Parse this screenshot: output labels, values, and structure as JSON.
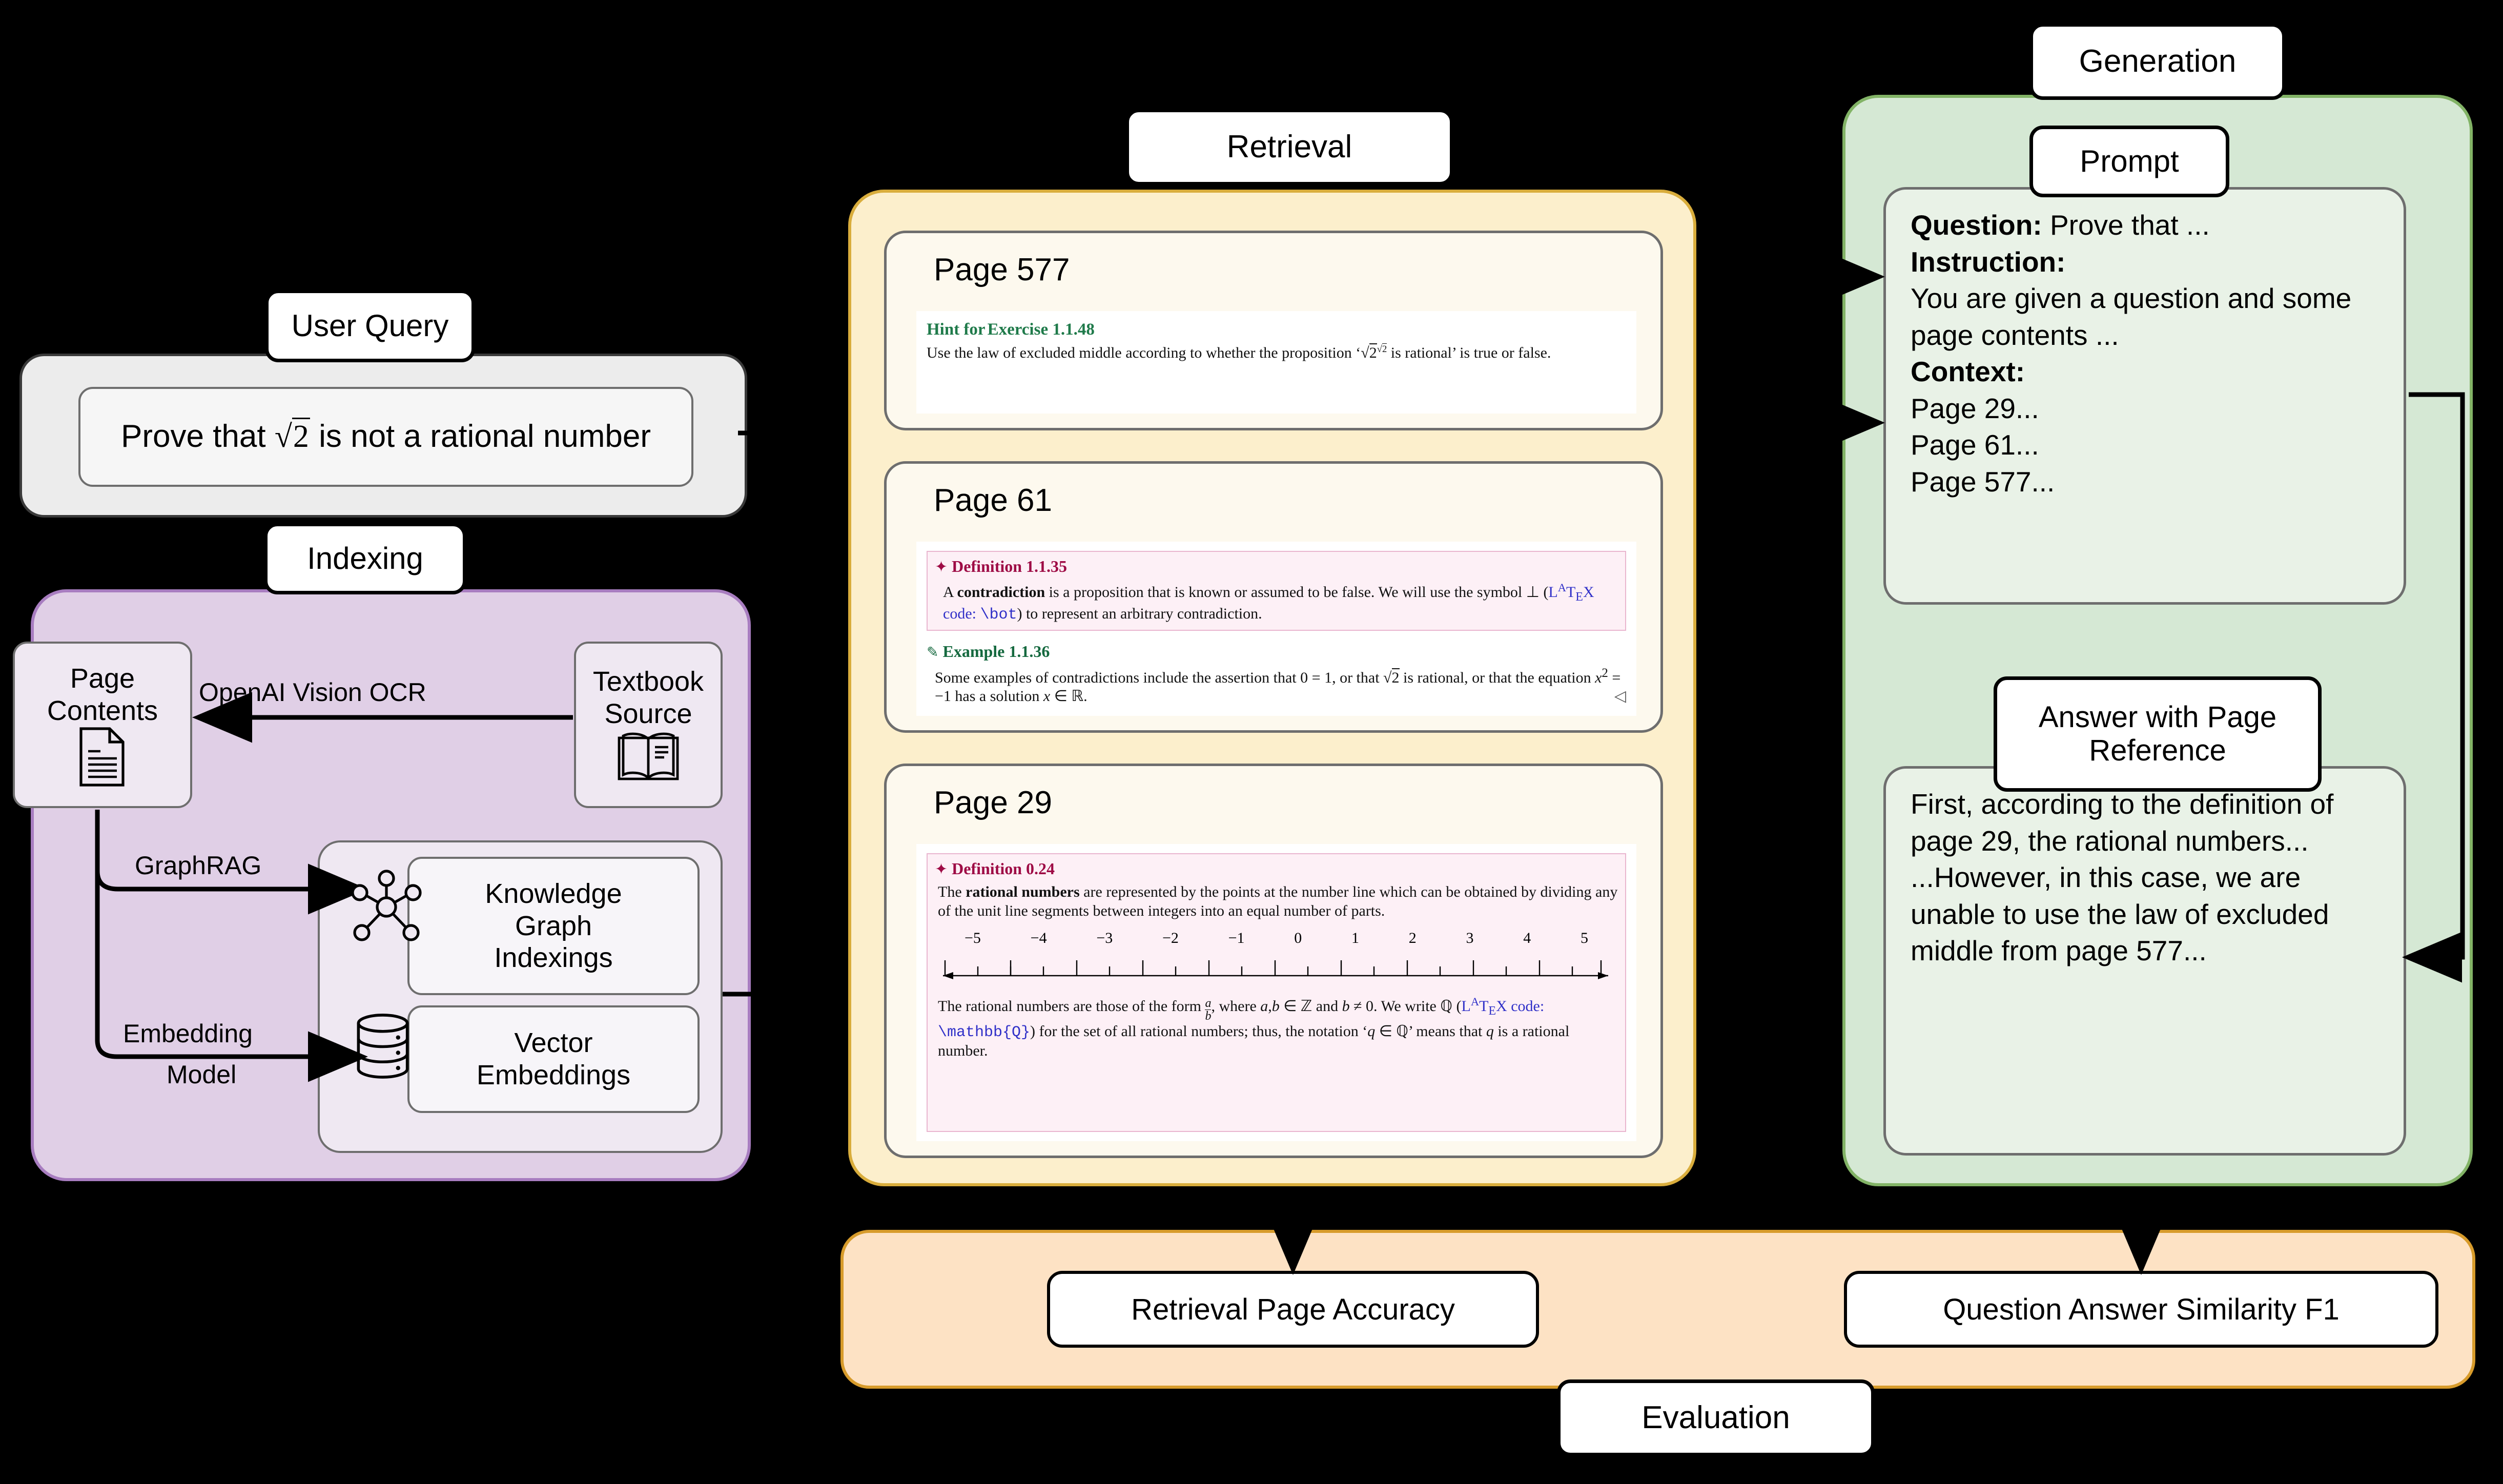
{
  "user_query": {
    "tag": "User Query",
    "text": "Prove that √2 is not a rational number"
  },
  "indexing": {
    "tag": "Indexing",
    "page_contents_label": "Page\nContents",
    "page_contents_line1": "Page",
    "page_contents_line2": "Contents",
    "textbook_line1": "Textbook",
    "textbook_line2": "Source",
    "ocr_edge_label": "OpenAI Vision OCR",
    "graphrag_edge_label": "GraphRAG",
    "embedding_edge_label_1": "Embedding",
    "embedding_edge_label_2": "Model",
    "knowledge_graph_label": "Knowledge\nGraph\nIndexings",
    "kg_line1": "Knowledge",
    "kg_line2": "Graph",
    "kg_line3": "Indexings",
    "vector_line1": "Vector",
    "vector_line2": "Embeddings",
    "icons": {
      "page": "document-icon",
      "textbook": "open-book-icon",
      "graph": "knowledge-graph-icon",
      "database": "database-icon"
    }
  },
  "retrieval": {
    "tag": "Retrieval",
    "pages": [
      {
        "title": "Page 577",
        "heading_green": "Hint for",
        "heading_blue": "Exercise 1.1.48",
        "body": "Use the law of excluded middle according to whether the proposition ‘√2^√2 is rational’ is true or false."
      },
      {
        "title": "Page 61",
        "definition_head": "Definition 1.1.35",
        "definition_body_a": "A ",
        "definition_body_bold": "contradiction",
        "definition_body_b": " is a proposition that is known or assumed to be false. We will use the symbol ⊥ (",
        "definition_latex_label": "LaTeX code:",
        "definition_latex_code": "\\bot",
        "definition_body_c": ") to represent an arbitrary contradiction.",
        "example_head": "Example 1.1.36",
        "example_body": "Some examples of contradictions include the assertion that 0 = 1, or that √2 is rational, or that the equation x² = −1 has a solution x ∈ ℝ."
      },
      {
        "title": "Page 29",
        "definition_head": "Definition 0.24",
        "definition_body_a": "The ",
        "definition_body_bold": "rational numbers",
        "definition_body_b": " are represented by the points at the number line which can be obtained by dividing any of the unit line segments between integers into an equal number of parts.",
        "numberline_ticks": [
          "−5",
          "−4",
          "−3",
          "−2",
          "−1",
          "0",
          "1",
          "2",
          "3",
          "4",
          "5"
        ],
        "closing_a": "The rational numbers are those of the form a/b, where a,b ∈ ℤ and b ≠ 0. We write ℚ (",
        "closing_latex_label": "LaTeX code:",
        "closing_latex_code": "\\mathbb{Q}",
        "closing_b": ") for the set of all rational numbers; thus, the notation ‘q ∈ ℚ’ means that q is a rational number."
      }
    ]
  },
  "generation": {
    "tag": "Generation",
    "prompt_tag": "Prompt",
    "prompt": {
      "question_label": "Question:",
      "question_value": " Prove that ...",
      "instruction_label": "Instruction:",
      "instruction_value": "You are given a question and some page contents ...",
      "context_label": "Context:",
      "context_items": [
        "Page 29...",
        "Page 61...",
        "Page 577..."
      ]
    },
    "answer_tag_line1": "Answer with Page",
    "answer_tag_line2": "Reference",
    "answer_para1": "First, according to the definition of page 29, the rational numbers...",
    "answer_para2": "...However, in this case, we are unable to use the law of excluded middle from page 577..."
  },
  "evaluation": {
    "tag": "Evaluation",
    "metrics": [
      "Retrieval Page Accuracy",
      "Question Answer Similarity F1"
    ]
  },
  "colors": {
    "indexing_fill": "#e0cfe6",
    "indexing_stroke": "#a87dc0",
    "retrieval_fill": "#fcefcc",
    "retrieval_stroke": "#d9ad3c",
    "generation_fill": "#d5e8d4",
    "generation_stroke": "#82b366",
    "evaluation_fill": "#fde2c4",
    "evaluation_stroke": "#d79b2b",
    "definition_accent": "#9e0b45",
    "example_accent": "#15693f",
    "latex_blue": "#3030c8"
  }
}
